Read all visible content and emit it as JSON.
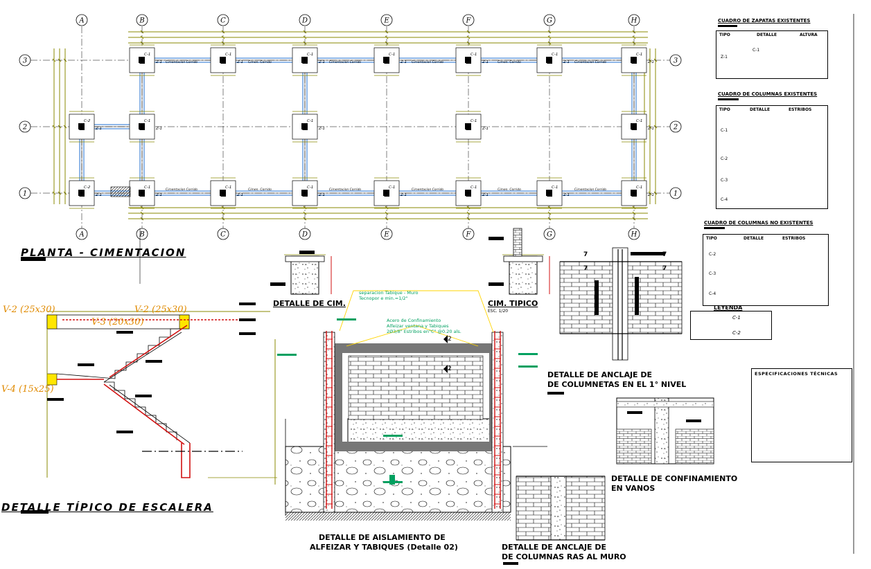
{
  "plan": {
    "title": "PLANTA - CIMENTACION",
    "axes_letters": [
      "A",
      "B",
      "C",
      "D",
      "E",
      "F",
      "G",
      "H"
    ],
    "axes_numbers": [
      "3",
      "2",
      "1"
    ],
    "column_tag": "C-1",
    "footing_tag": "Z-1",
    "footing_tag_alt": "C-2",
    "beam_label": "Cimentacion Corrido",
    "beam_label_short": "Cimen. Corrido"
  },
  "stair": {
    "title": "DETALLE TÍPICO DE ESCALERA",
    "beams": [
      "V-2 (25x30)",
      "V-2 (25x30)",
      "V-3 (20x30)",
      "V-4 (15x25)"
    ]
  },
  "cim_details": {
    "left_title": "DETALLE DE CIM.",
    "right_title": "CIM. TIPICO",
    "scale": "ESC. 1/20"
  },
  "aislamiento": {
    "note1_line1": "separacion Tabique - Muro",
    "note1_line2": "Tecnopor e min.=1/2\"",
    "note2_line1": "Acero de Confinamiento",
    "note2_line2": "Alfeizar ventana y Tabiques",
    "note2_line3": "2Ø3/8\" Estribos en\"C\" @0.20 als.",
    "cut_mark": "2",
    "title_line1": "DETALLE  DE AISLAMIENTO DE",
    "title_line2": "ALFEIZAR Y TABIQUES (Detalle 02)"
  },
  "columnetas": {
    "cut_mark": "7",
    "title_line1": "DETALLE DE ANCLAJE DE",
    "title_line2": "DE COLUMNETAS EN EL 1° NIVEL"
  },
  "confinamiento": {
    "title_line1": "DETALLE DE CONFINAMIENTO",
    "title_line2": "EN VANOS"
  },
  "ras_muro": {
    "title_line1": "DETALLE DE ANCLAJE DE",
    "title_line2": "DE COLUMNAS RAS AL MURO"
  },
  "zapatas_table": {
    "title": "CUADRO DE ZAPATAS EXISTENTES",
    "headers": [
      "TIPO",
      "DETALLE",
      "ALTURA"
    ],
    "rows": [
      "Z-1"
    ],
    "detail_tag": "C-1"
  },
  "columnas_table": {
    "title": "CUADRO DE COLUMNAS EXISTENTES",
    "headers": [
      "TIPO",
      "DETALLE",
      "ESTRIBOS"
    ],
    "rows": [
      "C-1",
      "C-2",
      "C-3",
      "C-4"
    ]
  },
  "columnas_no_table": {
    "title": "CUADRO DE COLUMNAS NO EXISTENTES",
    "headers": [
      "TIPO",
      "DETALLE",
      "ESTRIBOS"
    ],
    "rows": [
      "C-2",
      "C-3",
      "C-4"
    ]
  },
  "leyenda": {
    "title": "LEYENDA",
    "items": [
      "C-1",
      "C-2"
    ]
  },
  "especificaciones": {
    "title": "ESPECIFICACIONES TÉCNICAS"
  },
  "colors": {
    "olive": "#8a8a00",
    "blue": "#1f6fd0",
    "red": "#d01010",
    "green": "#00a060",
    "orange": "#e08a00",
    "gray_wall": "#777777"
  }
}
